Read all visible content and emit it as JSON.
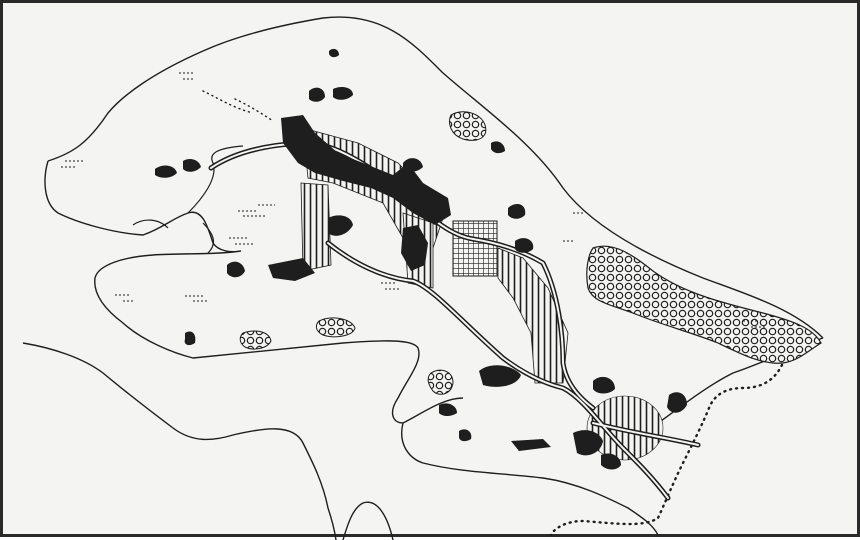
{
  "map": {
    "colors": {
      "paper": "#f4f4f2",
      "ink": "#1e1e1e",
      "frame": "#2a2a2a"
    },
    "legend_symbols": [
      "dense-urban-area",
      "hatched-development-zone",
      "grid-district",
      "circle-dotted-woodland",
      "marsh-symbol",
      "dotted-boundary",
      "double-line-road"
    ]
  }
}
